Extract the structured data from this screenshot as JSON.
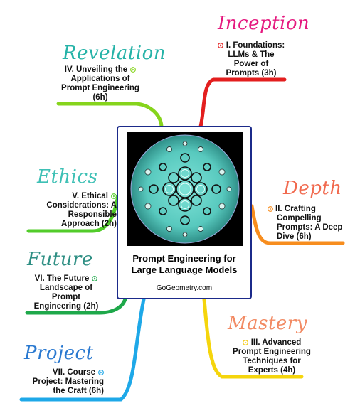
{
  "center": {
    "title_line1": "Prompt Engineering for",
    "title_line2": "Large Language Models",
    "site": "GoGeometry.com"
  },
  "branches": [
    {
      "id": "inception",
      "title": "Inception",
      "label": [
        "I. Foundations:",
        "LLMs & The",
        "Power of",
        "Prompts (3h)"
      ],
      "color": "#e5197f",
      "line_color": "#e31e1e"
    },
    {
      "id": "depth",
      "title": "Depth",
      "label": [
        "II. Crafting",
        "Compelling",
        "Prompts: A Deep",
        "Dive (6h)"
      ],
      "color": "#f16a4f",
      "line_color": "#f78d1e"
    },
    {
      "id": "mastery",
      "title": "Mastery",
      "label": [
        "III. Advanced",
        "Prompt Engineering",
        "Techniques for",
        "Experts (4h)"
      ],
      "color": "#f28a63",
      "line_color": "#f5d50c"
    },
    {
      "id": "revelation",
      "title": "Revelation",
      "label": [
        "IV. Unveiling the",
        "Applications of",
        "Prompt Engineering",
        "(6h)"
      ],
      "color": "#26b3a8",
      "line_color": "#86d41c"
    },
    {
      "id": "ethics",
      "title": "Ethics",
      "label": [
        "V. Ethical",
        "Considerations: A",
        "Responsible",
        "Approach (2h)"
      ],
      "color": "#3ec0b5",
      "line_color": "#52cc2a"
    },
    {
      "id": "future",
      "title": "Future",
      "label": [
        "VI. The Future",
        "Landscape of",
        "Prompt",
        "Engineering (2h)"
      ],
      "color": "#2f8f84",
      "line_color": "#1ea84a"
    },
    {
      "id": "project",
      "title": "Project",
      "label": [
        "VII. Course",
        "Project: Mastering",
        "the Craft (6h)"
      ],
      "color": "#2a79d0",
      "line_color": "#1ea8e8"
    }
  ],
  "icons": {
    "play": "play-circle-icon"
  }
}
